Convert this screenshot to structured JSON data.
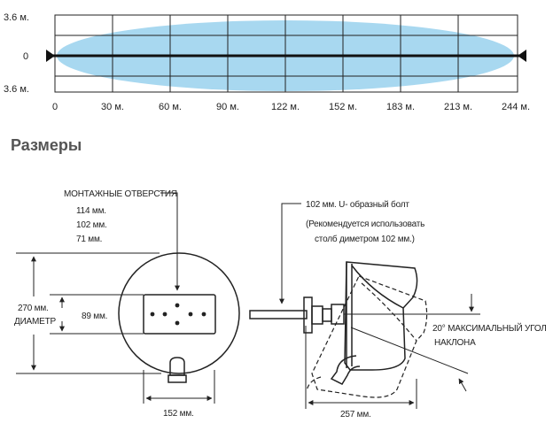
{
  "beam_chart": {
    "y_labels": [
      "3.6 м.",
      "0",
      "3.6 м."
    ],
    "x_labels": [
      "0",
      "30 м.",
      "60 м.",
      "90 м.",
      "122 м.",
      "152 м.",
      "183 м.",
      "213 м.",
      "244 м."
    ],
    "beam_color": "#a8d8f0",
    "grid_color": "#222222"
  },
  "section": {
    "title": "Размеры"
  },
  "front_view": {
    "mounting_holes_title": "МОНТАЖНЫЕ ОТВЕРСТИЯ",
    "mounting_holes_values": [
      "114 мм.",
      "102 мм.",
      "71 мм."
    ],
    "diameter_value": "270 мм.",
    "diameter_label": "ДИАМЕТР",
    "plate_height": "89 мм.",
    "base_width": "152 мм."
  },
  "side_view": {
    "bolt_line1": "102 мм. U- образный болт",
    "bolt_line2": "(Рекомендуется использовать",
    "bolt_line3": "столб диметром 102 мм.)",
    "tilt_line1": "20° МАКСИМАЛЬНЫЙ УГОЛ",
    "tilt_line2": "НАКЛОНА",
    "depth_value": "257 мм."
  }
}
